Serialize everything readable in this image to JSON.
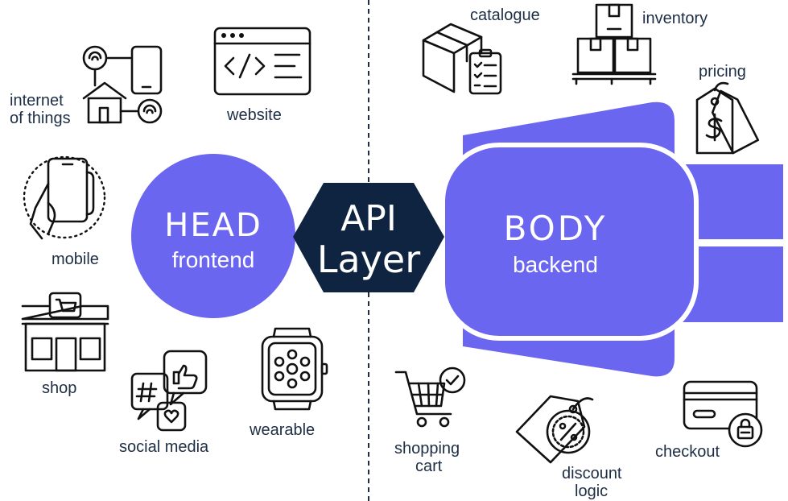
{
  "colors": {
    "accent": "#6b66f0",
    "hexagon": "#0f2440",
    "label_text": "#1e2e45",
    "divider": "#1e2e45"
  },
  "head": {
    "title": "HEAD",
    "subtitle": "frontend"
  },
  "api": {
    "line1": "API",
    "line2": "Layer"
  },
  "body": {
    "title": "BODY",
    "subtitle": "backend"
  },
  "frontend_items": [
    {
      "label_lines": [
        "internet",
        "of things"
      ],
      "icon": "iot-icon"
    },
    {
      "label_lines": [
        "website"
      ],
      "icon": "website-code-icon"
    },
    {
      "label_lines": [
        "mobile"
      ],
      "icon": "mobile-hand-icon"
    },
    {
      "label_lines": [
        "shop"
      ],
      "icon": "storefront-icon"
    },
    {
      "label_lines": [
        "social media"
      ],
      "icon": "social-media-icon"
    },
    {
      "label_lines": [
        "wearable"
      ],
      "icon": "smartwatch-icon"
    }
  ],
  "backend_items": [
    {
      "label_lines": [
        "catalogue"
      ],
      "icon": "box-checklist-icon"
    },
    {
      "label_lines": [
        "inventory"
      ],
      "icon": "pallet-boxes-icon"
    },
    {
      "label_lines": [
        "pricing"
      ],
      "icon": "price-tag-icon"
    },
    {
      "label_lines": [
        "shopping",
        "cart"
      ],
      "icon": "shopping-cart-icon"
    },
    {
      "label_lines": [
        "discount",
        "logic"
      ],
      "icon": "discount-tag-icon"
    },
    {
      "label_lines": [
        "checkout"
      ],
      "icon": "credit-card-icon"
    }
  ]
}
